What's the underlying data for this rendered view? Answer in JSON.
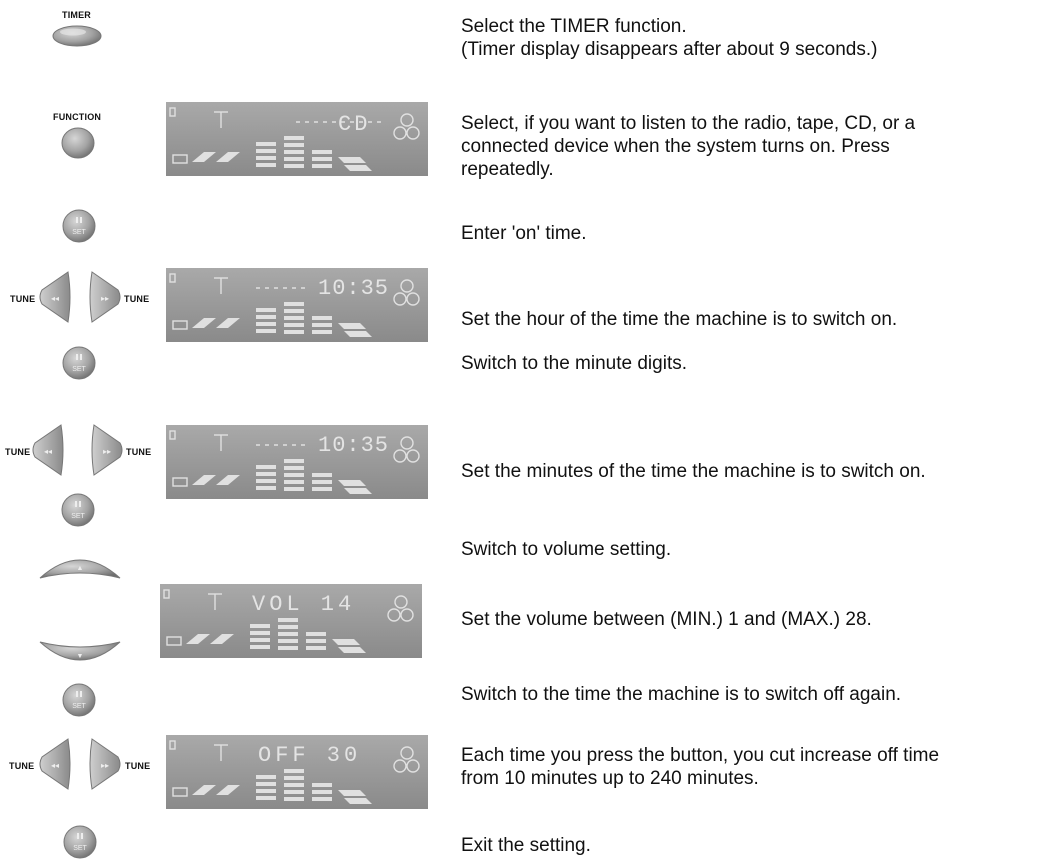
{
  "buttons": {
    "timer_label": "TIMER",
    "function_label": "FUNCTION",
    "tune_label": "TUNE"
  },
  "displays": {
    "function": "CD",
    "hour": "10:35",
    "minute": "10:35",
    "volume": "VOL 14",
    "off": "OFF 30"
  },
  "steps": [
    {
      "lines": [
        "Select the TIMER function.",
        "(Timer display disappears after about 9 seconds.)"
      ]
    },
    {
      "lines": [
        "Select, if you want to listen to the radio, tape, CD, or a",
        "connected device when the system turns on. Press",
        "repeatedly."
      ]
    },
    {
      "lines": [
        "Enter 'on' time."
      ]
    },
    {
      "lines": [
        "Set the hour of the time the machine is to switch on."
      ]
    },
    {
      "lines": [
        "Switch to the minute digits."
      ]
    },
    {
      "lines": [
        "Set  the minutes of the time the machine is to switch on."
      ]
    },
    {
      "lines": [
        "Switch to volume setting."
      ]
    },
    {
      "lines": [
        "Set the volume between (MIN.) 1 and (MAX.) 28."
      ]
    },
    {
      "lines": [
        "Switch to the time the machine is to switch off again."
      ]
    },
    {
      "lines": [
        "Each time you press the button, you cut increase off time",
        "from 10 minutes up to 240 minutes."
      ]
    },
    {
      "lines": [
        "Exit the setting."
      ]
    }
  ],
  "colors": {
    "button_gray": "#8e8e8e",
    "lcd_bg": "#9a9a9a",
    "lcd_segment": "#dedede"
  }
}
